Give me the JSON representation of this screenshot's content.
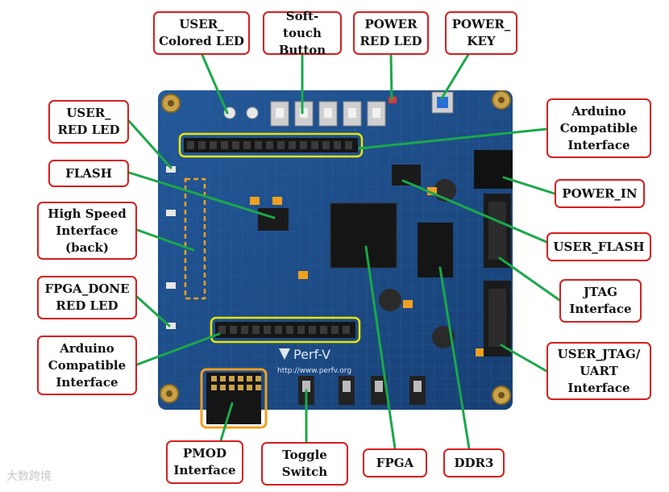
{
  "labels": {
    "user_colored_led": "USER_\nColored LED",
    "soft_touch_button": "Soft-touch\nButton",
    "power_red_led": "POWER\nRED LED",
    "power_key": "POWER_\nKEY",
    "user_red_led": "USER_\nRED LED",
    "flash": "FLASH",
    "high_speed_interface": "High Speed\nInterface\n(back)",
    "fpga_done_red_led": "FPGA_DONE\nRED LED",
    "arduino_left": "Arduino\nCompatible\nInterface",
    "arduino_right": "Arduino\nCompatible\nInterface",
    "power_in": "POWER_IN",
    "user_flash": "USER_FLASH",
    "jtag": "JTAG\nInterface",
    "user_jtag_uart": "USER_JTAG/\nUART\nInterface",
    "pmod": "PMOD\nInterface",
    "toggle_switch": "Toggle\nSwitch",
    "fpga": "FPGA",
    "ddr3": "DDR3"
  },
  "board": {
    "brand": "Perf-V",
    "url": "http://www.perfv.org"
  },
  "watermark": "大数跨境",
  "colors": {
    "board": "#1e4f8c",
    "callout_border": "#d51f1f",
    "leader_line": "#1aa84a",
    "highlight": "#e6e600",
    "orange_highlight": "#f0a020"
  }
}
